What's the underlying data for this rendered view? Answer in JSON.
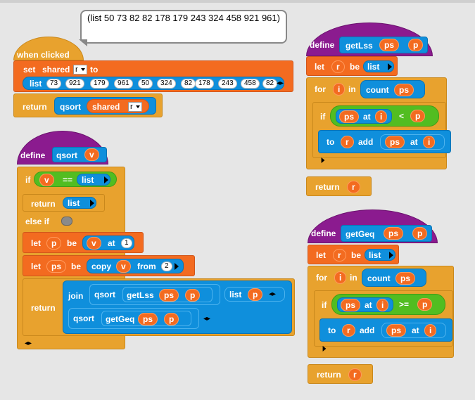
{
  "speech_bubble": {
    "text": "(list 50 73 82 82 178 179 243 324 458 921 961)"
  },
  "script_main": {
    "hat": "when clicked",
    "set_label": "set",
    "var": "shared",
    "dropdown": "r",
    "to_label": "to",
    "list_label": "list",
    "list_items": [
      "73",
      "921",
      "179",
      "961",
      "50",
      "324",
      "82",
      "178",
      "243",
      "458",
      "82"
    ],
    "return_label": "return",
    "qsort_label": "qsort",
    "shared_arg": "shared",
    "shared_dropdown": "r"
  },
  "qsort_def": {
    "define_label": "define",
    "name": "qsort",
    "param": "v",
    "if_label": "if",
    "v": "v",
    "eq": "==",
    "list_label": "list",
    "return_label": "return",
    "else_if_label": "else if",
    "let_label": "let",
    "p_var": "p",
    "be_label": "be",
    "at_label": "at",
    "at_index": "1",
    "ps_var": "ps",
    "copy_label": "copy",
    "from_label": "from",
    "from_index": "2",
    "return2_label": "return",
    "join_label": "join",
    "qsort_label": "qsort",
    "getLss_label": "getLss",
    "getGeq_label": "getGeq",
    "ps_arg": "ps",
    "p_arg": "p"
  },
  "getLss_def": {
    "define_label": "define",
    "name": "getLss",
    "param1": "ps",
    "param2": "p",
    "let_label": "let",
    "r_var": "r",
    "be_label": "be",
    "list_label": "list",
    "for_label": "for",
    "i_var": "i",
    "in_label": "in",
    "count_label": "count",
    "if_label": "if",
    "at_label": "at",
    "cmp": "<",
    "to_label": "to",
    "add_label": "add",
    "return_label": "return"
  },
  "getGeq_def": {
    "define_label": "define",
    "name": "getGeq",
    "param1": "ps",
    "param2": "p",
    "let_label": "let",
    "r_var": "r",
    "be_label": "be",
    "list_label": "list",
    "for_label": "for",
    "i_var": "i",
    "in_label": "in",
    "count_label": "count",
    "if_label": "if",
    "at_label": "at",
    "cmp": ">=",
    "to_label": "to",
    "add_label": "add",
    "return_label": "return"
  },
  "colors": {
    "control": "#e8a22e",
    "variables": "#f36b20",
    "lists": "#0f8fdc",
    "operators": "#52bd21",
    "procedure": "#8b1b8f",
    "canvas": "#e6e6e6"
  }
}
